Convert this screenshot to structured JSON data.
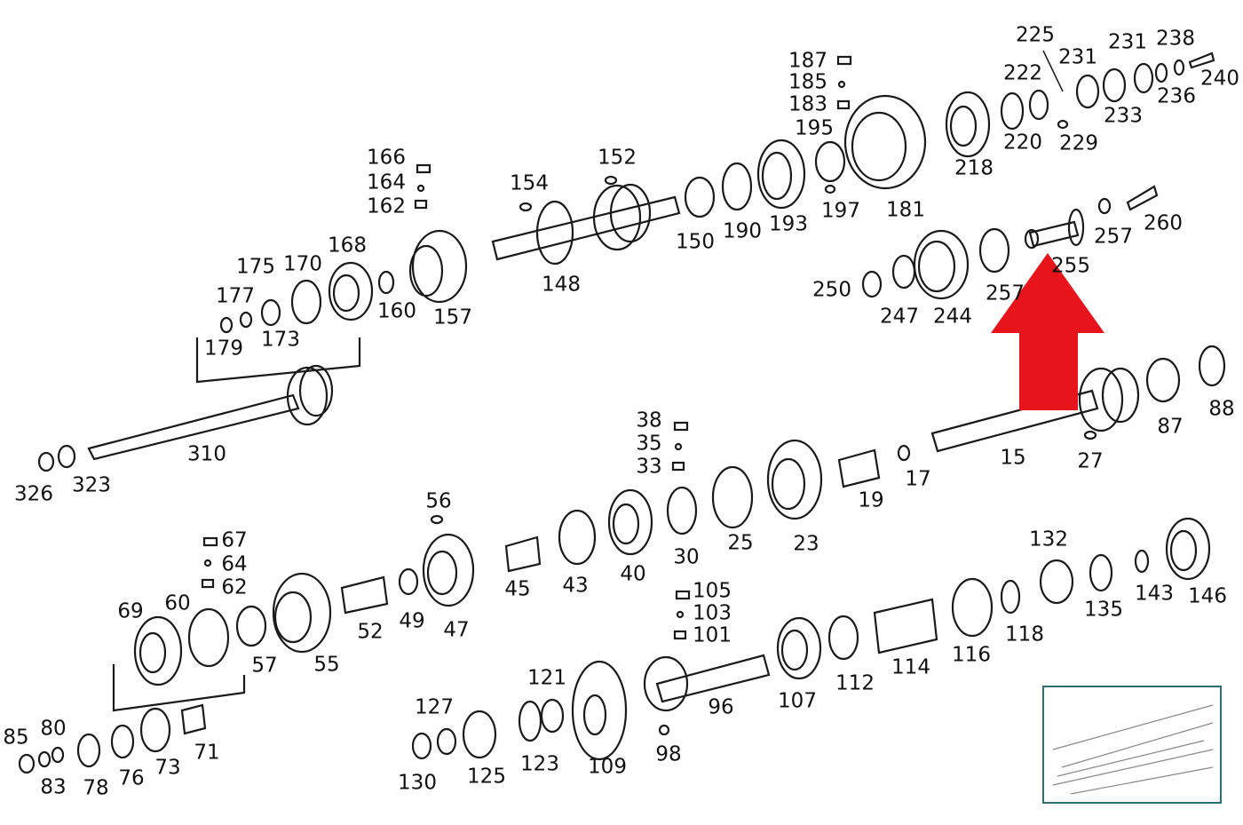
{
  "diagram": {
    "labels": [
      {
        "id": "187",
        "text": "187"
      },
      {
        "id": "185",
        "text": "185"
      },
      {
        "id": "183",
        "text": "183"
      },
      {
        "id": "195",
        "text": "195"
      },
      {
        "id": "197",
        "text": "197"
      },
      {
        "id": "181",
        "text": "181"
      },
      {
        "id": "225",
        "text": "225"
      },
      {
        "id": "231a",
        "text": "231"
      },
      {
        "id": "231b",
        "text": "231"
      },
      {
        "id": "238",
        "text": "238"
      },
      {
        "id": "240",
        "text": "240"
      },
      {
        "id": "222",
        "text": "222"
      },
      {
        "id": "236",
        "text": "236"
      },
      {
        "id": "233",
        "text": "233"
      },
      {
        "id": "220",
        "text": "220"
      },
      {
        "id": "229",
        "text": "229"
      },
      {
        "id": "218",
        "text": "218"
      },
      {
        "id": "166",
        "text": "166"
      },
      {
        "id": "164",
        "text": "164"
      },
      {
        "id": "162",
        "text": "162"
      },
      {
        "id": "152",
        "text": "152"
      },
      {
        "id": "154",
        "text": "154"
      },
      {
        "id": "148",
        "text": "148"
      },
      {
        "id": "150",
        "text": "150"
      },
      {
        "id": "190",
        "text": "190"
      },
      {
        "id": "193",
        "text": "193"
      },
      {
        "id": "175",
        "text": "175"
      },
      {
        "id": "170",
        "text": "170"
      },
      {
        "id": "168",
        "text": "168"
      },
      {
        "id": "177",
        "text": "177"
      },
      {
        "id": "160",
        "text": "160"
      },
      {
        "id": "157",
        "text": "157"
      },
      {
        "id": "179",
        "text": "179"
      },
      {
        "id": "173",
        "text": "173"
      },
      {
        "id": "260",
        "text": "260"
      },
      {
        "id": "257a",
        "text": "257"
      },
      {
        "id": "255",
        "text": "255"
      },
      {
        "id": "250",
        "text": "250"
      },
      {
        "id": "257b",
        "text": "257"
      },
      {
        "id": "247",
        "text": "247"
      },
      {
        "id": "244",
        "text": "244"
      },
      {
        "id": "310",
        "text": "310"
      },
      {
        "id": "326",
        "text": "326"
      },
      {
        "id": "323",
        "text": "323"
      },
      {
        "id": "87",
        "text": "87"
      },
      {
        "id": "88",
        "text": "88"
      },
      {
        "id": "15",
        "text": "15"
      },
      {
        "id": "27",
        "text": "27"
      },
      {
        "id": "17",
        "text": "17"
      },
      {
        "id": "19",
        "text": "19"
      },
      {
        "id": "38",
        "text": "38"
      },
      {
        "id": "35",
        "text": "35"
      },
      {
        "id": "33",
        "text": "33"
      },
      {
        "id": "23",
        "text": "23"
      },
      {
        "id": "25",
        "text": "25"
      },
      {
        "id": "30",
        "text": "30"
      },
      {
        "id": "40",
        "text": "40"
      },
      {
        "id": "43",
        "text": "43"
      },
      {
        "id": "45",
        "text": "45"
      },
      {
        "id": "56",
        "text": "56"
      },
      {
        "id": "47",
        "text": "47"
      },
      {
        "id": "49",
        "text": "49"
      },
      {
        "id": "52",
        "text": "52"
      },
      {
        "id": "67",
        "text": "67"
      },
      {
        "id": "64",
        "text": "64"
      },
      {
        "id": "62",
        "text": "62"
      },
      {
        "id": "69",
        "text": "69"
      },
      {
        "id": "60",
        "text": "60"
      },
      {
        "id": "57",
        "text": "57"
      },
      {
        "id": "55",
        "text": "55"
      },
      {
        "id": "85",
        "text": "85"
      },
      {
        "id": "80",
        "text": "80"
      },
      {
        "id": "83",
        "text": "83"
      },
      {
        "id": "78",
        "text": "78"
      },
      {
        "id": "76",
        "text": "76"
      },
      {
        "id": "73",
        "text": "73"
      },
      {
        "id": "71",
        "text": "71"
      },
      {
        "id": "132",
        "text": "132"
      },
      {
        "id": "135",
        "text": "135"
      },
      {
        "id": "143",
        "text": "143"
      },
      {
        "id": "146",
        "text": "146"
      },
      {
        "id": "118",
        "text": "118"
      },
      {
        "id": "116",
        "text": "116"
      },
      {
        "id": "114",
        "text": "114"
      },
      {
        "id": "112",
        "text": "112"
      },
      {
        "id": "107",
        "text": "107"
      },
      {
        "id": "105",
        "text": "105"
      },
      {
        "id": "103",
        "text": "103"
      },
      {
        "id": "101",
        "text": "101"
      },
      {
        "id": "96",
        "text": "96"
      },
      {
        "id": "98",
        "text": "98"
      },
      {
        "id": "121",
        "text": "121"
      },
      {
        "id": "109",
        "text": "109"
      },
      {
        "id": "123",
        "text": "123"
      },
      {
        "id": "127",
        "text": "127"
      },
      {
        "id": "125",
        "text": "125"
      },
      {
        "id": "130",
        "text": "130"
      }
    ],
    "colors": {
      "ink": "#1a1a1a",
      "arrow": "#e8141c",
      "thumb_border": "#2f6f73"
    }
  }
}
